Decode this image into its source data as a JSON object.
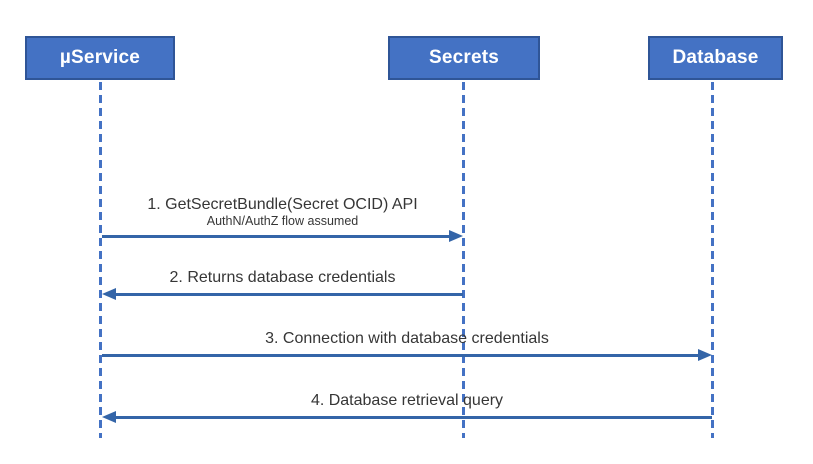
{
  "diagram": {
    "type": "sequence-diagram",
    "actors": [
      {
        "label": "µService"
      },
      {
        "label": "Secrets"
      },
      {
        "label": "Database"
      }
    ],
    "messages": [
      {
        "label": "1. GetSecretBundle(Secret OCID) API",
        "sublabel": "AuthN/AuthZ flow assumed",
        "from": "µService",
        "to": "Secrets",
        "direction": "right"
      },
      {
        "label": "2. Returns database credentials",
        "from": "Secrets",
        "to": "µService",
        "direction": "left"
      },
      {
        "label": "3. Connection with database credentials",
        "from": "µService",
        "to": "Database",
        "direction": "right"
      },
      {
        "label": "4. Database retrieval query",
        "from": "Database",
        "to": "µService",
        "direction": "left"
      }
    ],
    "colors": {
      "box_fill": "#4472C4",
      "box_border": "#2F5597",
      "arrow": "#3465A8",
      "lifeline": "#4472C4",
      "text": "#363636",
      "actor_text": "#FFFFFF"
    }
  }
}
